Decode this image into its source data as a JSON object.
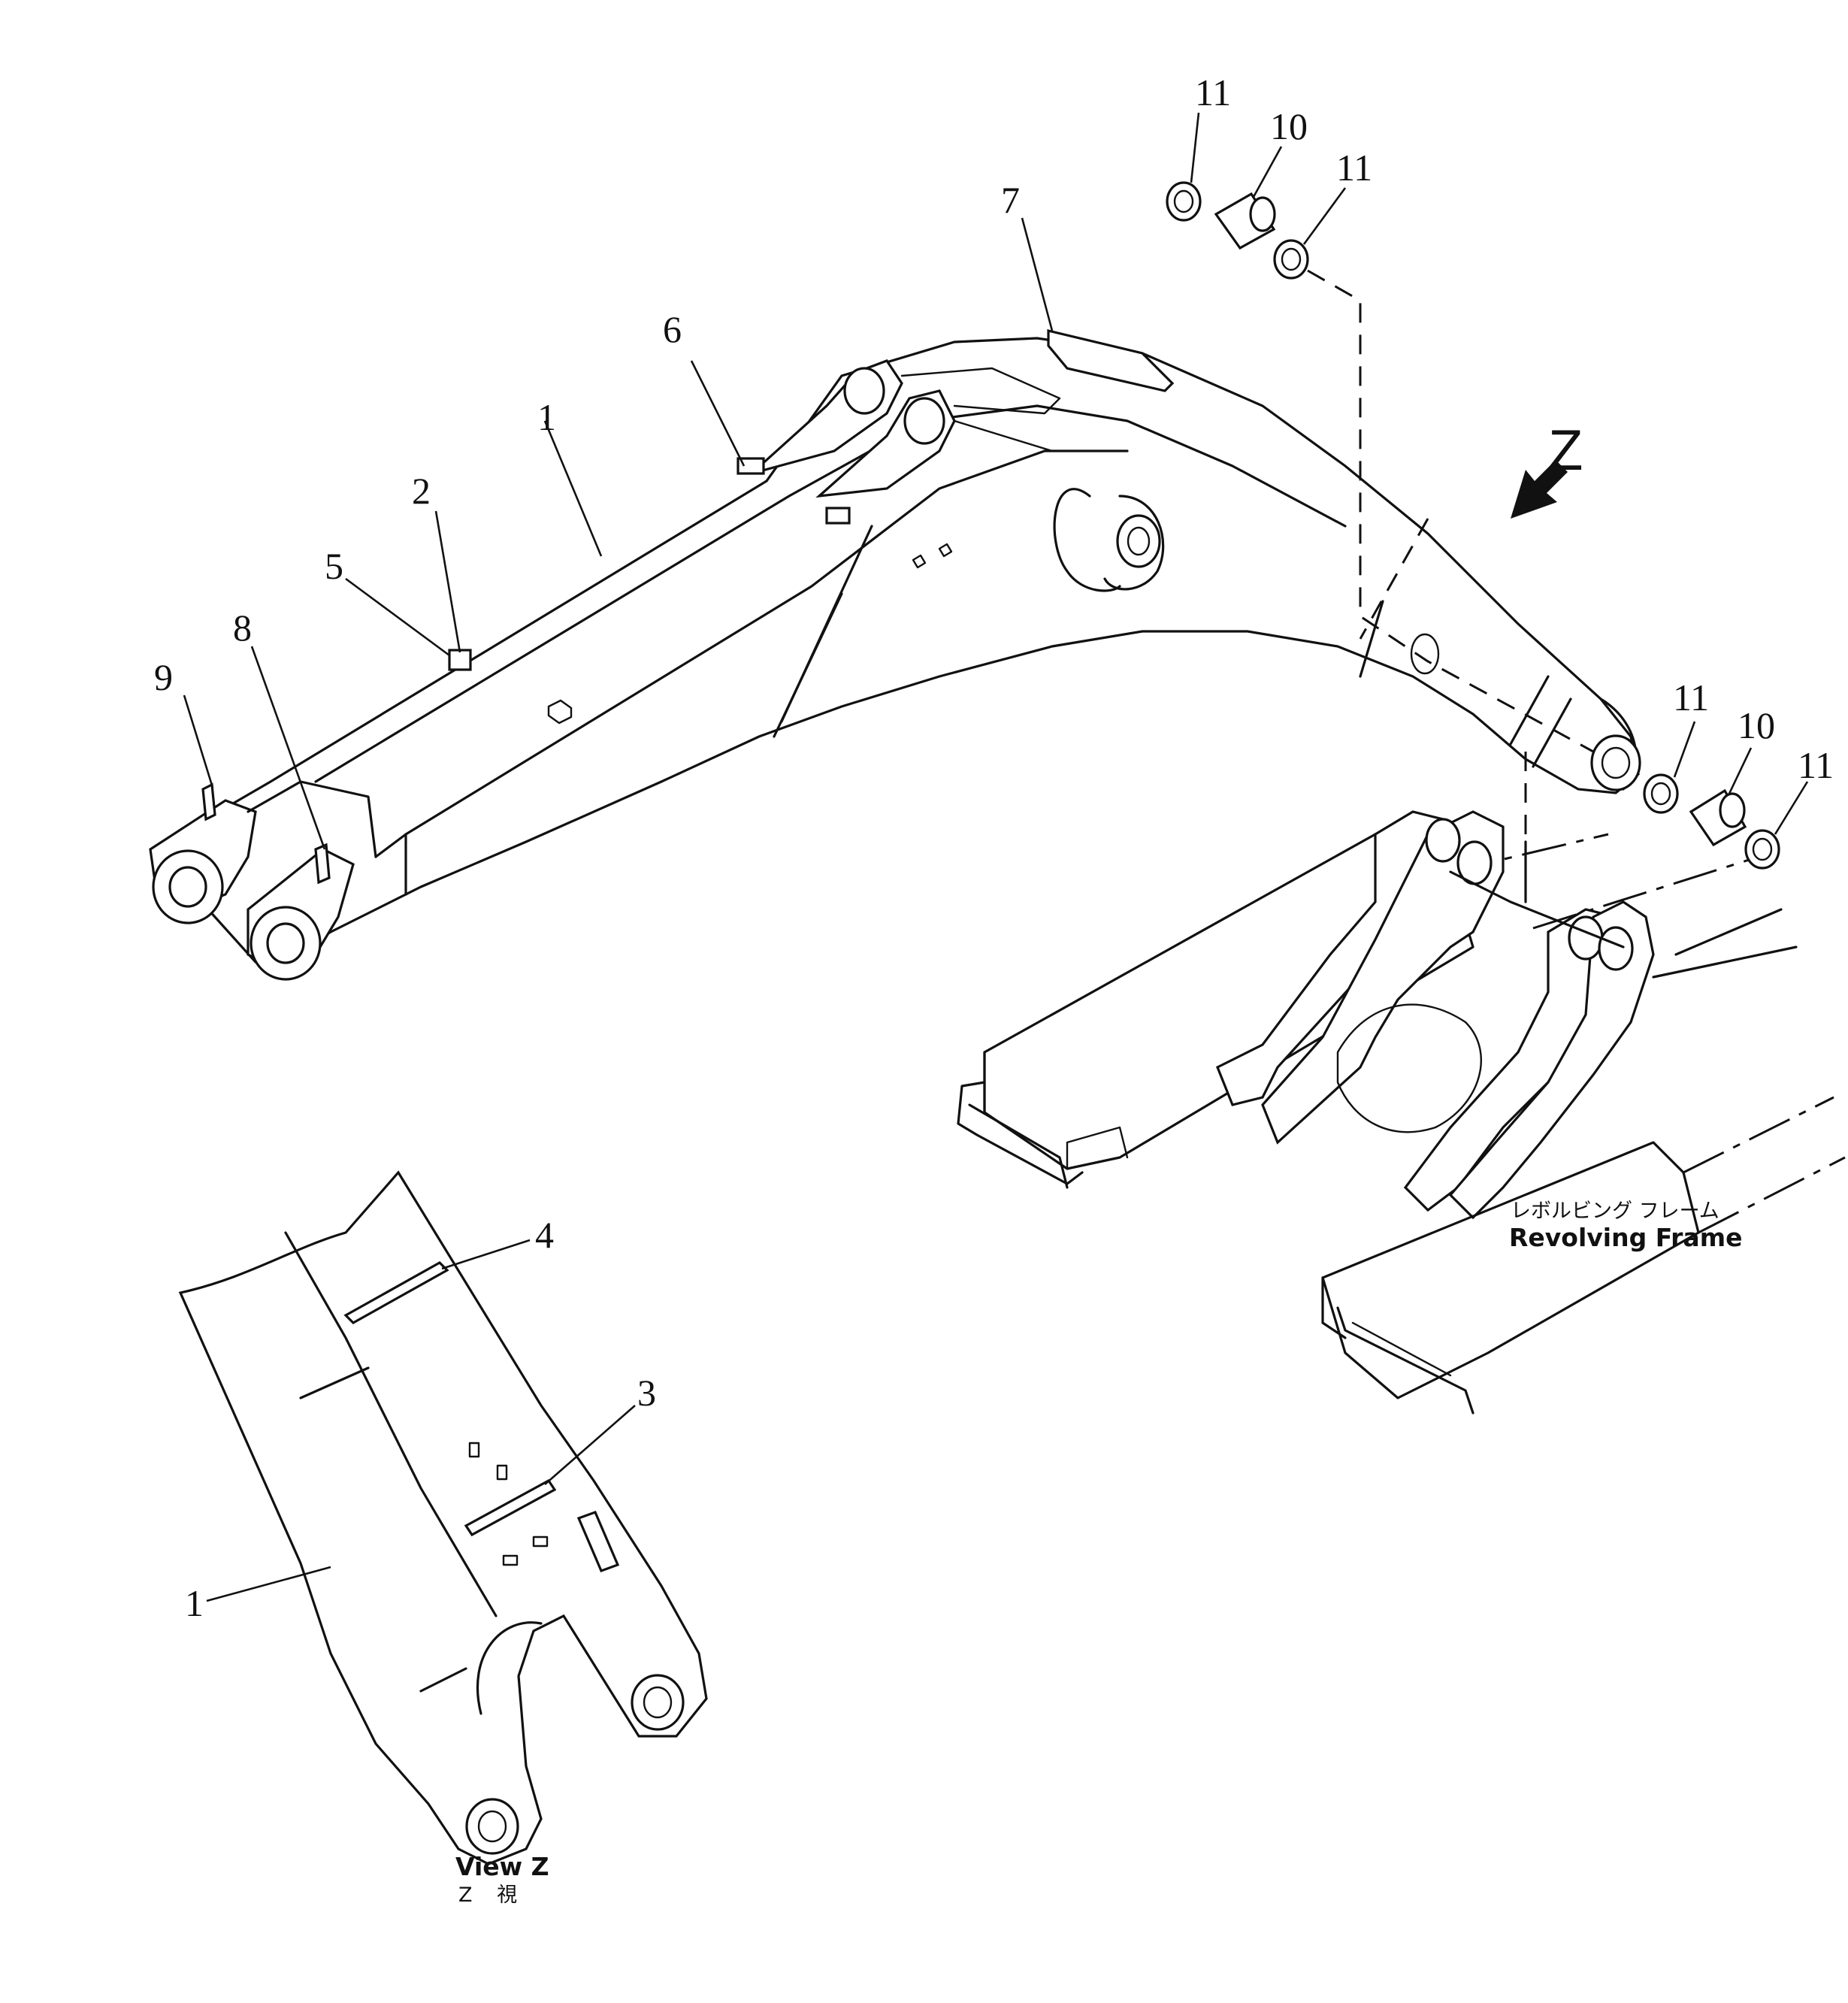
{
  "callouts": {
    "boom_1": "1",
    "plate_2": "2",
    "plate_5": "5",
    "plate_6": "6",
    "plate_7": "7",
    "clip_8": "8",
    "clip_9": "9",
    "seal_11_top_left": "11",
    "bushing_10_top": "10",
    "seal_11_top_right": "11",
    "seal_11_low_left": "11",
    "bushing_10_low": "10",
    "seal_11_low_right": "11",
    "view_z_boom_1": "1",
    "view_z_plate_4": "4",
    "view_z_plate_3": "3"
  },
  "view_direction_marker": "Z",
  "revolving_frame": {
    "label_ja": "レボルビング フレーム",
    "label_en": "Revolving Frame"
  },
  "view_z_caption": {
    "label_en": "View Z",
    "label_ja": "Z 視"
  }
}
